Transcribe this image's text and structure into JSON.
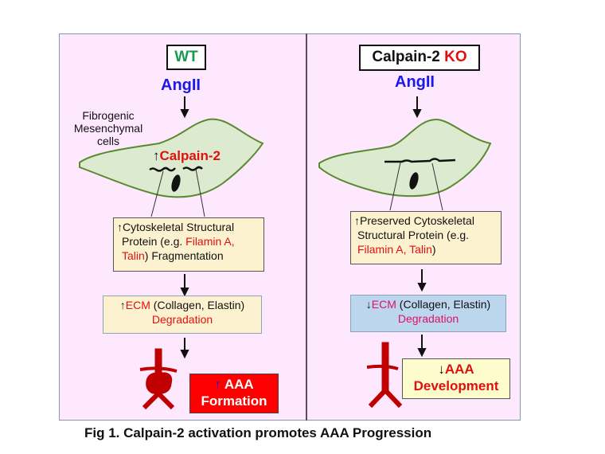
{
  "figure": {
    "caption": "Fig 1. Calpain-2 activation promotes AAA Progression"
  },
  "colors": {
    "background": "#fde8fd",
    "cell_fill": "#dcebd0",
    "cell_stroke": "#5a8a30",
    "wt_green": "#1a9a50",
    "ko_red": "#e01010",
    "angii_blue": "#1a1ae6",
    "aorta_red": "#c00000",
    "box_cream": "#fdf2d0",
    "box_blue": "#bcd6ee",
    "box_yellow": "#fdfccc",
    "aaa_red_box": "#ff0000"
  },
  "wt_panel": {
    "title": "WT",
    "stimulus": "AngII",
    "cell_label_lines": [
      "Fibrogenic",
      "Mesenchymal",
      "cells"
    ],
    "calpain_arrow": "↑",
    "calpain_label": "Calpain-2",
    "cytoskeleton_box": {
      "arrow": "↑",
      "line1": "Cytoskeletal Structural",
      "line2_prefix": "Protein (e.g. ",
      "line2_red": "Filamin A,",
      "line3_red": "Talin",
      "line3_suffix": ") Fragmentation"
    },
    "ecm_box": {
      "arrow": "↑",
      "ecm": "ECM",
      "rest": " (Collagen, Elastin)",
      "line2": "Degradation"
    },
    "outcome_box": {
      "arrow": "↑",
      "line1": "AAA",
      "line2": "Formation"
    }
  },
  "ko_panel": {
    "title_prefix": "Calpain-2 ",
    "title_suffix": "KO",
    "stimulus": "AngII",
    "cytoskeleton_box": {
      "arrow": "↑",
      "line1": "Preserved Cytoskeletal",
      "line2": "Structural Protein (e.g.",
      "line3_red": "Filamin A, Talin",
      "line3_suffix": ")"
    },
    "ecm_box": {
      "arrow": "↓",
      "ecm": "ECM",
      "rest": " (Collagen, Elastin)",
      "line2": "Degradation"
    },
    "outcome_box": {
      "arrow": "↓",
      "line1": "AAA",
      "line2": "Development"
    }
  }
}
